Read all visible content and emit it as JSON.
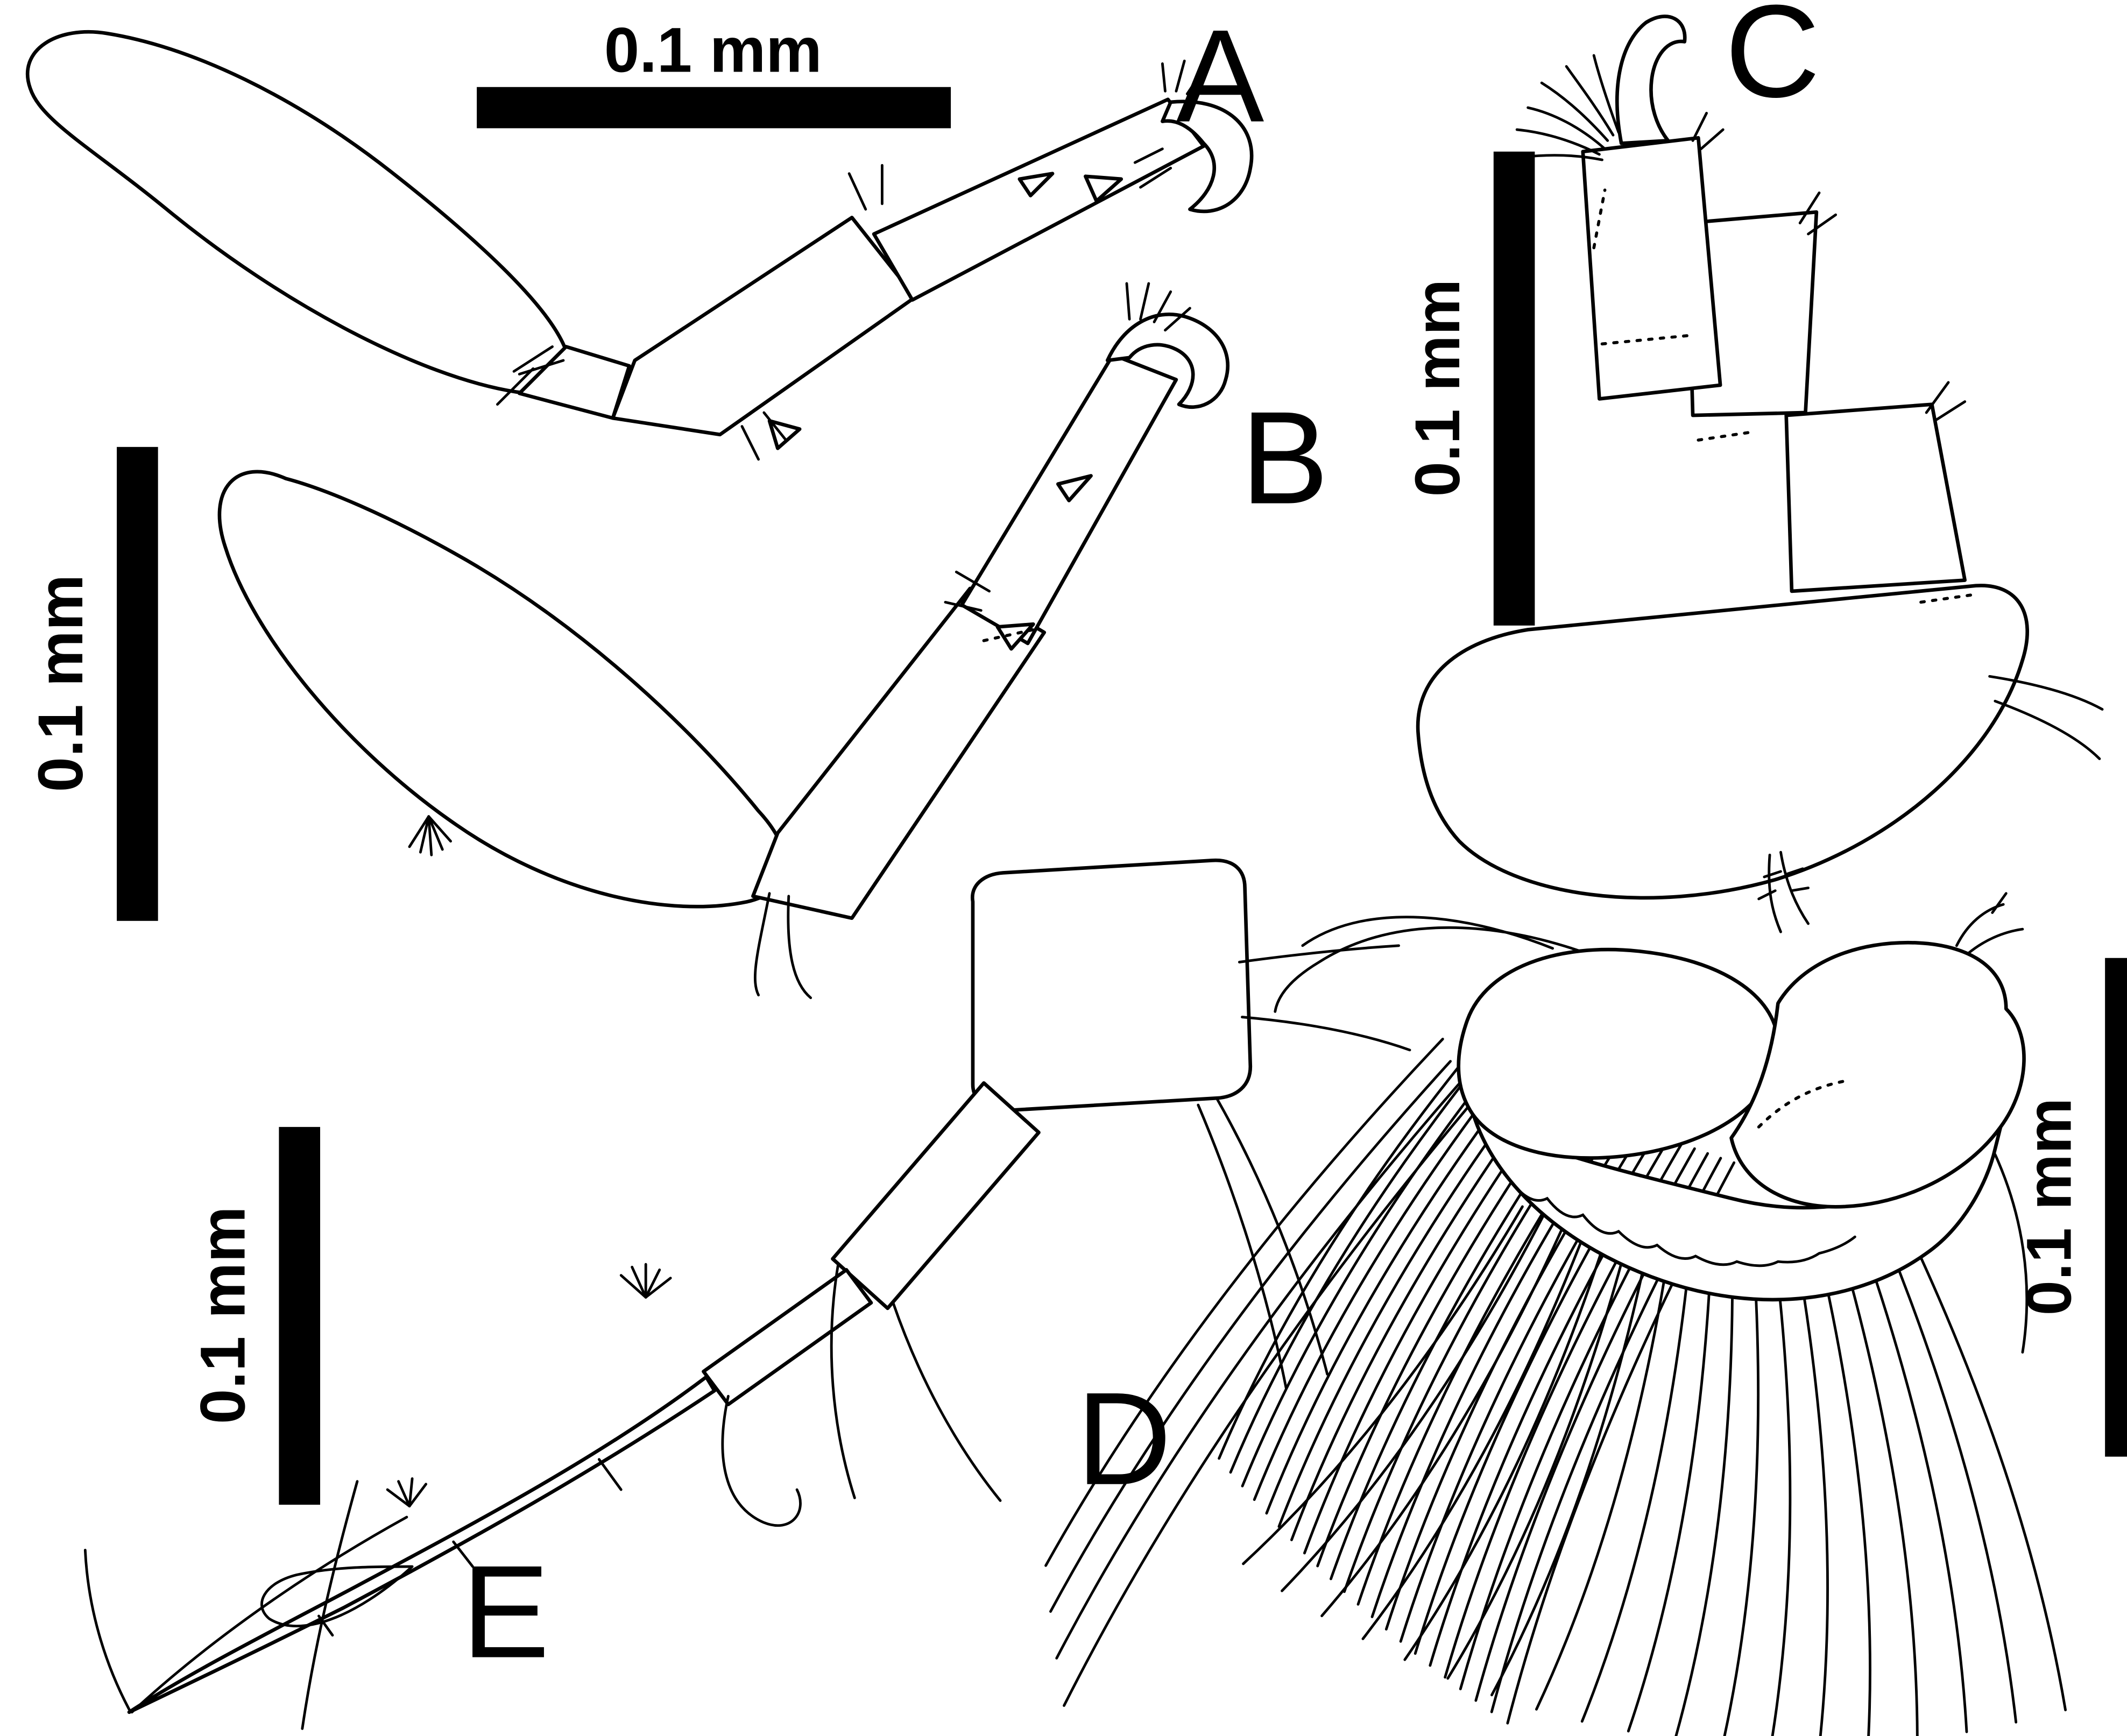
{
  "figure": {
    "background_color": "#ffffff",
    "ink_color": "#000000",
    "panels": [
      {
        "id": "A",
        "label": "A",
        "content": "limb line drawing with terminal claw"
      },
      {
        "id": "B",
        "label": "B",
        "content": "limb line drawing with terminal claw"
      },
      {
        "id": "C",
        "label": "C",
        "content": "limb line drawing with terminal claw and setal tuft"
      },
      {
        "id": "D",
        "label": "D",
        "content": "lobed appendage with fan of long plumose setae"
      },
      {
        "id": "E",
        "label": "E",
        "content": "segmented antenna-like appendage with long setae"
      }
    ],
    "scale_bars": [
      {
        "panel": "A",
        "label": "0.1 mm",
        "orientation": "horizontal"
      },
      {
        "panel": "B",
        "label": "0.1 mm",
        "orientation": "vertical"
      },
      {
        "panel": "C",
        "label": "0.1 mm",
        "orientation": "vertical"
      },
      {
        "panel": "D",
        "label": "0.1 mm",
        "orientation": "vertical"
      },
      {
        "panel": "E",
        "label": "0.1 mm",
        "orientation": "vertical"
      }
    ]
  }
}
